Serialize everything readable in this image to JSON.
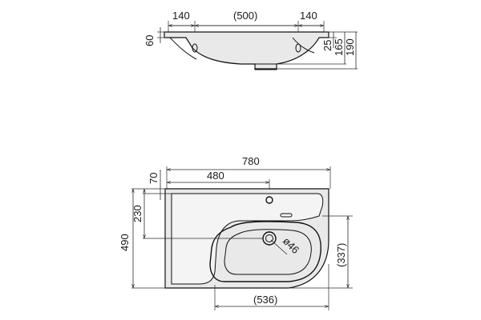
{
  "diagram": {
    "side_view": {
      "labels": {
        "left_offset": "140",
        "center_span": "(500)",
        "right_offset": "140",
        "rim_height": "60",
        "top_depth": "25",
        "bowl_depth": "165",
        "total_height": "190"
      }
    },
    "top_view": {
      "labels": {
        "overall_width": "780",
        "faucet_offset": "480",
        "top_offset": "70",
        "drain_offset": "230",
        "overall_depth": "490",
        "bowl_depth": "(337)",
        "bottom_width": "(536)",
        "drain_diameter": "ø46"
      }
    }
  }
}
